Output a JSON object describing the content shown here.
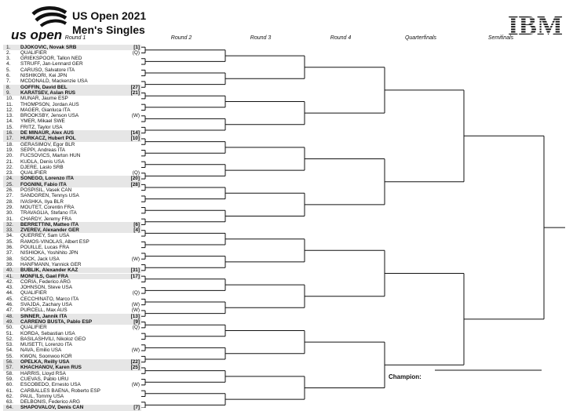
{
  "header": {
    "brand": "us open",
    "title": "US Open 2021",
    "subtitle": "Men's Singles",
    "sponsor": "IBM"
  },
  "rounds": [
    "Round 1",
    "Round 2",
    "Round 3",
    "Round 4",
    "Quarterfinals",
    "Semifinals"
  ],
  "champion_label": "Champion:",
  "draw": [
    {
      "n": "1.",
      "name": "DJOKOVIC, Novak SRB",
      "seed": "[1]"
    },
    {
      "n": "2.",
      "name": "QUALIFIER",
      "seed": "(Q)"
    },
    {
      "n": "3.",
      "name": "GRIEKSPOOR, Tallon NED",
      "seed": ""
    },
    {
      "n": "4.",
      "name": "STRUFF, Jan-Lennard GER",
      "seed": ""
    },
    {
      "n": "5.",
      "name": "CARUSO, Salvatore ITA",
      "seed": ""
    },
    {
      "n": "6.",
      "name": "NISHIKORI, Kei JPN",
      "seed": ""
    },
    {
      "n": "7.",
      "name": "MCDONALD, Mackenzie USA",
      "seed": ""
    },
    {
      "n": "8.",
      "name": "GOFFIN, David BEL",
      "seed": "[27]"
    },
    {
      "n": "9.",
      "name": "KARATSEV, Aslan RUS",
      "seed": "[21]"
    },
    {
      "n": "10.",
      "name": "MUNAR, Jaume ESP",
      "seed": ""
    },
    {
      "n": "11.",
      "name": "THOMPSON, Jordan AUS",
      "seed": ""
    },
    {
      "n": "12.",
      "name": "MAGER, Gianluca ITA",
      "seed": ""
    },
    {
      "n": "13.",
      "name": "BROOKSBY, Jenson USA",
      "seed": "(W)"
    },
    {
      "n": "14.",
      "name": "YMER, Mikael SWE",
      "seed": ""
    },
    {
      "n": "15.",
      "name": "FRITZ, Taylor USA",
      "seed": ""
    },
    {
      "n": "16.",
      "name": "DE MINAUR, Alex AUS",
      "seed": "[14]"
    },
    {
      "n": "17.",
      "name": "HURKACZ, Hubert POL",
      "seed": "[10]"
    },
    {
      "n": "18.",
      "name": "GERASIMOV, Egor BLR",
      "seed": ""
    },
    {
      "n": "19.",
      "name": "SEPPI, Andreas ITA",
      "seed": ""
    },
    {
      "n": "20.",
      "name": "FUCSOVICS, Marton HUN",
      "seed": ""
    },
    {
      "n": "21.",
      "name": "KUDLA, Denis USA",
      "seed": ""
    },
    {
      "n": "22.",
      "name": "DJERE, Laslo SRB",
      "seed": ""
    },
    {
      "n": "23.",
      "name": "QUALIFIER",
      "seed": "(Q)"
    },
    {
      "n": "24.",
      "name": "SONEGO, Lorenzo ITA",
      "seed": "[20]"
    },
    {
      "n": "25.",
      "name": "FOGNINI, Fabio ITA",
      "seed": "[28]"
    },
    {
      "n": "26.",
      "name": "POSPISIL, Vasek CAN",
      "seed": ""
    },
    {
      "n": "27.",
      "name": "SANDGREN, Tennys USA",
      "seed": ""
    },
    {
      "n": "28.",
      "name": "IVASHKA, Ilya BLR",
      "seed": ""
    },
    {
      "n": "29.",
      "name": "MOUTET, Corentin FRA",
      "seed": ""
    },
    {
      "n": "30.",
      "name": "TRAVAGLIA, Stefano ITA",
      "seed": ""
    },
    {
      "n": "31.",
      "name": "CHARDY, Jeremy FRA",
      "seed": ""
    },
    {
      "n": "32.",
      "name": "BERRETTINI, Matteo ITA",
      "seed": "[6]"
    },
    {
      "n": "33.",
      "name": "ZVEREV, Alexander GER",
      "seed": "[4]"
    },
    {
      "n": "34.",
      "name": "QUERREY, Sam USA",
      "seed": ""
    },
    {
      "n": "35.",
      "name": "RAMOS-VINOLAS, Albert ESP",
      "seed": ""
    },
    {
      "n": "36.",
      "name": "POUILLE, Lucas FRA",
      "seed": ""
    },
    {
      "n": "37.",
      "name": "NISHIOKA, Yoshihito JPN",
      "seed": ""
    },
    {
      "n": "38.",
      "name": "SOCK, Jack USA",
      "seed": "(W)"
    },
    {
      "n": "39.",
      "name": "HANFMANN, Yannick GER",
      "seed": ""
    },
    {
      "n": "40.",
      "name": "BUBLIK, Alexander KAZ",
      "seed": "[31]"
    },
    {
      "n": "41.",
      "name": "MONFILS, Gael FRA",
      "seed": "[17]"
    },
    {
      "n": "42.",
      "name": "CORIA, Federico ARG",
      "seed": ""
    },
    {
      "n": "43.",
      "name": "JOHNSON, Steve USA",
      "seed": ""
    },
    {
      "n": "44.",
      "name": "QUALIFIER",
      "seed": "(Q)"
    },
    {
      "n": "45.",
      "name": "CECCHINATO, Marco ITA",
      "seed": ""
    },
    {
      "n": "46.",
      "name": "SVAJDA, Zachary USA",
      "seed": "(W)"
    },
    {
      "n": "47.",
      "name": "PURCELL, Max AUS",
      "seed": "(W)"
    },
    {
      "n": "48.",
      "name": "SINNER, Jannik ITA",
      "seed": "[13]"
    },
    {
      "n": "49.",
      "name": "CARRENO BUSTA, Pablo ESP",
      "seed": "[9]"
    },
    {
      "n": "50.",
      "name": "QUALIFIER",
      "seed": "(Q)"
    },
    {
      "n": "51.",
      "name": "KORDA, Sebastian USA",
      "seed": ""
    },
    {
      "n": "52.",
      "name": "BASILASHVILI, Nikoloz GEO",
      "seed": ""
    },
    {
      "n": "53.",
      "name": "MUSETTI, Lorenzo ITA",
      "seed": ""
    },
    {
      "n": "54.",
      "name": "NAVA, Emilio USA",
      "seed": "(W)"
    },
    {
      "n": "55.",
      "name": "KWON, Soonwoo KOR",
      "seed": ""
    },
    {
      "n": "56.",
      "name": "OPELKA, Reilly USA",
      "seed": "[22]"
    },
    {
      "n": "57.",
      "name": "KHACHANOV, Karen RUS",
      "seed": "[25]"
    },
    {
      "n": "58.",
      "name": "HARRIS, Lloyd RSA",
      "seed": ""
    },
    {
      "n": "59.",
      "name": "CUEVAS, Pablo URU",
      "seed": ""
    },
    {
      "n": "60.",
      "name": "ESCOBEDO, Ernesto USA",
      "seed": "(W)"
    },
    {
      "n": "61.",
      "name": "CARBALLES BAENA, Roberto ESP",
      "seed": ""
    },
    {
      "n": "62.",
      "name": "PAUL, Tommy USA",
      "seed": ""
    },
    {
      "n": "63.",
      "name": "DELBONIS, Federico ARG",
      "seed": ""
    },
    {
      "n": "64.",
      "name": "SHAPOVALOV, Denis CAN",
      "seed": "[7]"
    }
  ]
}
